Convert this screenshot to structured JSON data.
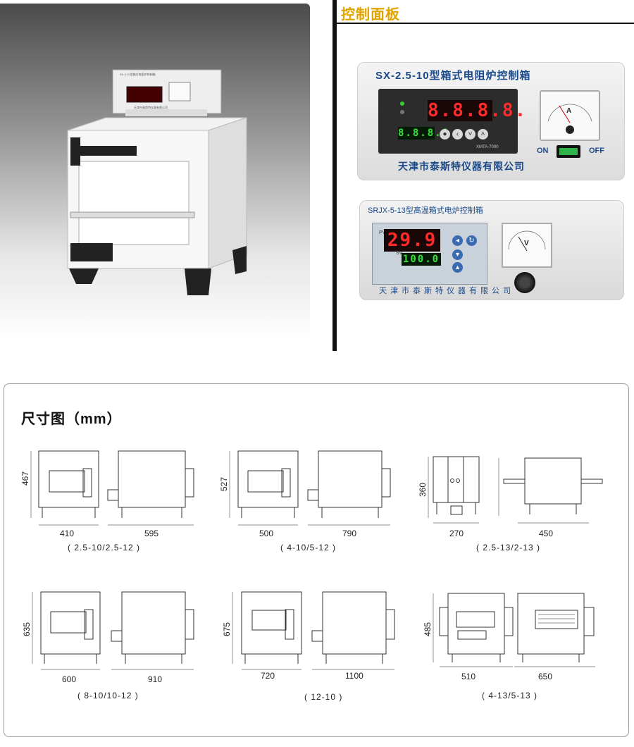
{
  "panel": {
    "section_title": "控制面板",
    "box1": {
      "title": "SX-2.5-10型箱式电阻炉控制箱",
      "company": "天津市泰斯特仪器有限公司",
      "display_main": "8.8.8.8.",
      "display_sub": "8.8.8.8",
      "controller_model": "XMTA-7000",
      "meter_unit": "A",
      "switch_on": "ON",
      "switch_off": "OFF"
    },
    "box2": {
      "title": "SRJX-5-13型高温箱式电炉控制箱",
      "company": "天津市泰斯特仪器有限公司",
      "pv_label": "PV",
      "sv_label": "SV",
      "display_pv": "29.9",
      "display_sv": "100.0",
      "meter_unit": "V"
    },
    "small_box_label": "SX-4-10型箱式电阻炉控制箱",
    "small_box_company": "天津市泰斯特仪器有限公司"
  },
  "dimensions": {
    "title": "尺寸图（mm）",
    "models": [
      {
        "code": "( 2.5-10/2.5-12 )",
        "height": "467",
        "width": "410",
        "depth": "595"
      },
      {
        "code": "( 4-10/5-12 )",
        "height": "527",
        "width": "500",
        "depth": "790"
      },
      {
        "code": "( 2.5-13/2-13 )",
        "height": "360",
        "width": "270",
        "depth": "450"
      },
      {
        "code": "( 8-10/10-12 )",
        "height": "635",
        "width": "600",
        "depth": "910"
      },
      {
        "code": "( 12-10 )",
        "height": "675",
        "width": "720",
        "depth": "1100"
      },
      {
        "code": "( 4-13/5-13 )",
        "height": "485",
        "width": "510",
        "depth": "650"
      }
    ]
  }
}
